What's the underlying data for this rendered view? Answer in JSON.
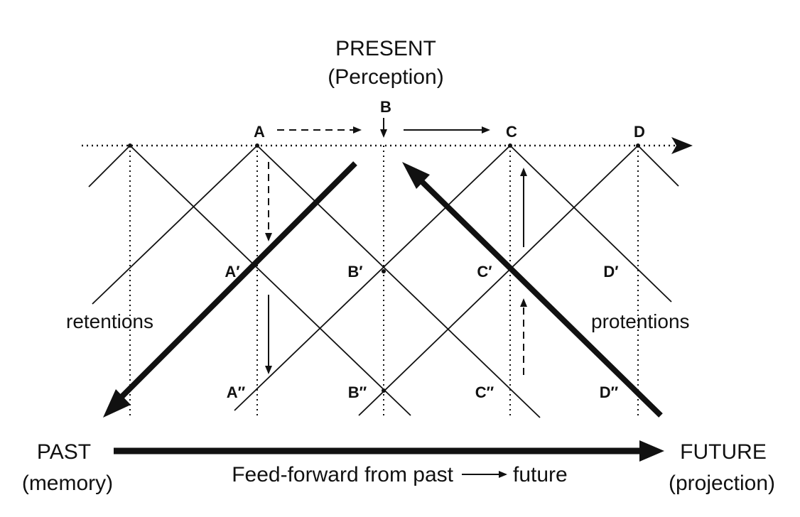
{
  "present": {
    "title": "PRESENT",
    "subtitle": "(Perception)"
  },
  "points": {
    "A": "A",
    "B": "B",
    "C": "C",
    "D": "D",
    "A1": "A′",
    "B1": "B′",
    "C1": "C′",
    "D1": "D′",
    "A2": "A″",
    "B2": "B″",
    "C2": "C″",
    "D2": "D″"
  },
  "retentions": "retentions",
  "protentions": "protentions",
  "past": {
    "title": "PAST",
    "subtitle": "(memory)"
  },
  "future": {
    "title": "FUTURE",
    "subtitle": "(projection)"
  },
  "feed_forward": {
    "text_before": "Feed-forward from past",
    "text_after": "future"
  }
}
